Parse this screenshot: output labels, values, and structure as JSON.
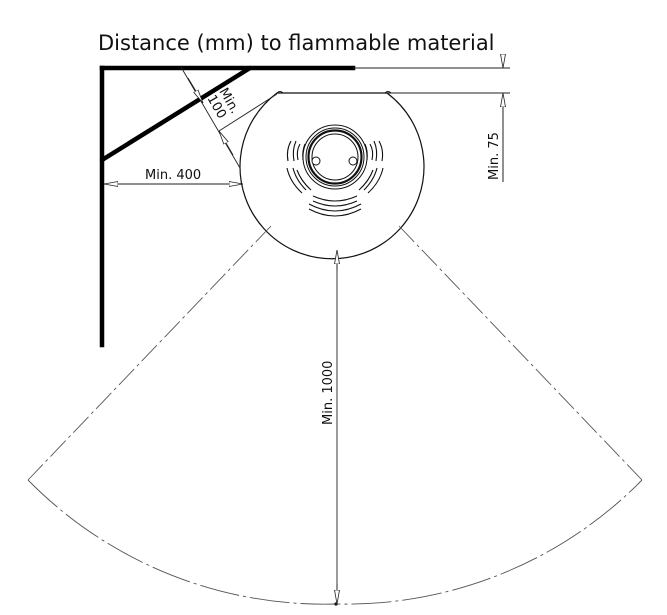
{
  "title": "Distance (mm) to flammable material",
  "dimensions": {
    "corner_clearance": {
      "line1": "Min.",
      "line2": "100"
    },
    "side_clearance": "Min. 400",
    "rear_clearance": "Min. 75",
    "front_clearance": "Min. 1000"
  },
  "colors": {
    "wall": "#000000",
    "line": "#222222",
    "centerline": "#555555",
    "background": "#ffffff"
  }
}
